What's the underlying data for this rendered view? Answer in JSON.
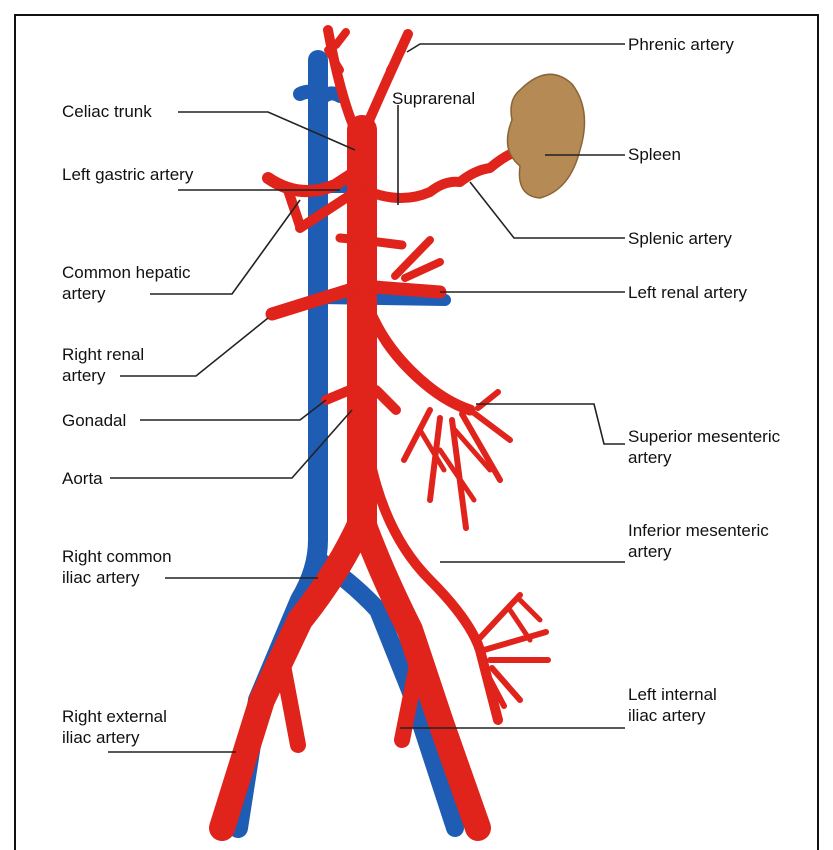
{
  "figure": {
    "colors": {
      "artery": "#e0231b",
      "vein": "#1e5db3",
      "spleen": "#b58a55",
      "leader": "#222222"
    },
    "labels": {
      "phrenic": "Phrenic artery",
      "suprarenal": "Suprarenal",
      "celiac": "Celiac trunk",
      "left_gastric": "Left gastric artery",
      "spleen": "Spleen",
      "splenic": "Splenic artery",
      "common_hepatic_1": "Common hepatic",
      "common_hepatic_2": "artery",
      "left_renal": "Left renal artery",
      "right_renal_1": "Right renal",
      "right_renal_2": "artery",
      "gonadal": "Gonadal",
      "superior_mesenteric_1": "Superior mesenteric",
      "superior_mesenteric_2": "artery",
      "aorta": "Aorta",
      "inferior_mesenteric_1": "Inferior mesenteric",
      "inferior_mesenteric_2": "artery",
      "right_common_iliac_1": "Right common",
      "right_common_iliac_2": "iliac artery",
      "left_internal_iliac_1": "Left internal",
      "left_internal_iliac_2": "iliac artery",
      "right_external_iliac_1": "Right external",
      "right_external_iliac_2": "iliac artery"
    }
  }
}
